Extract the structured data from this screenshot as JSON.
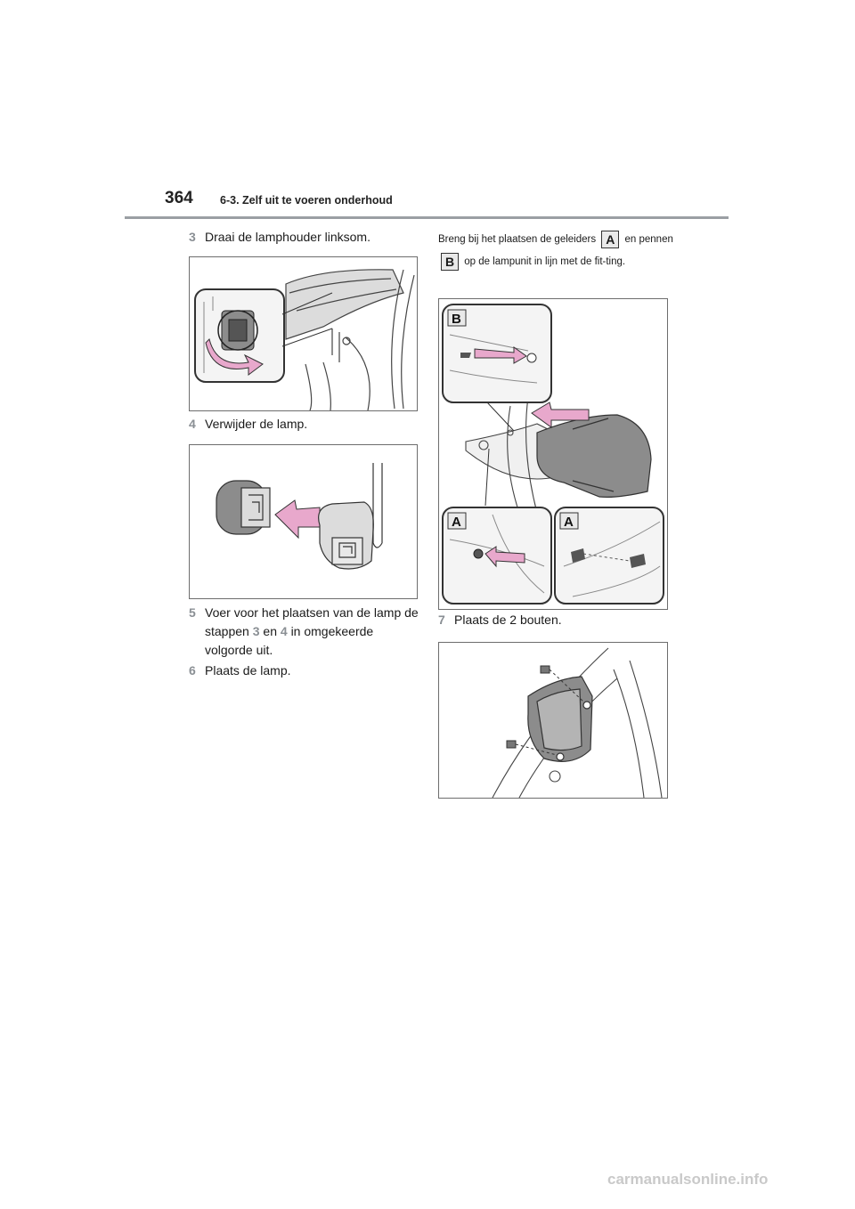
{
  "header": {
    "page_number": "364",
    "section_title": "6-3. Zelf uit te voeren onderhoud"
  },
  "steps": [
    {
      "num": "3",
      "text": "Draai de lamphouder linksom."
    },
    {
      "num": "4",
      "text": "Verwijder de lamp."
    },
    {
      "num": "5",
      "text_1": "Voer voor het plaatsen van de lamp de stappen",
      "ref_a": "3",
      "text_2": "en",
      "ref_b": "4",
      "text_3": "in omgekeerde volgorde uit."
    },
    {
      "num": "6",
      "text": "Plaats de lamp."
    },
    {
      "num": "7",
      "text": "Plaats de 2 bouten."
    }
  ],
  "note": {
    "part_1": "Breng bij het plaatsen de geleiders",
    "label_a": "A",
    "part_2": "en pennen",
    "label_b": "B",
    "part_3": "op de lampunit in lijn met de fit-ting."
  },
  "figure_labels": {
    "b": "B",
    "a_left": "A",
    "a_right": "A"
  },
  "colors": {
    "arrow": "#e8a8cc",
    "accent_grey": "#8a8f94",
    "rule": "#9a9fa4"
  },
  "watermark": "carmanualsonline.info"
}
